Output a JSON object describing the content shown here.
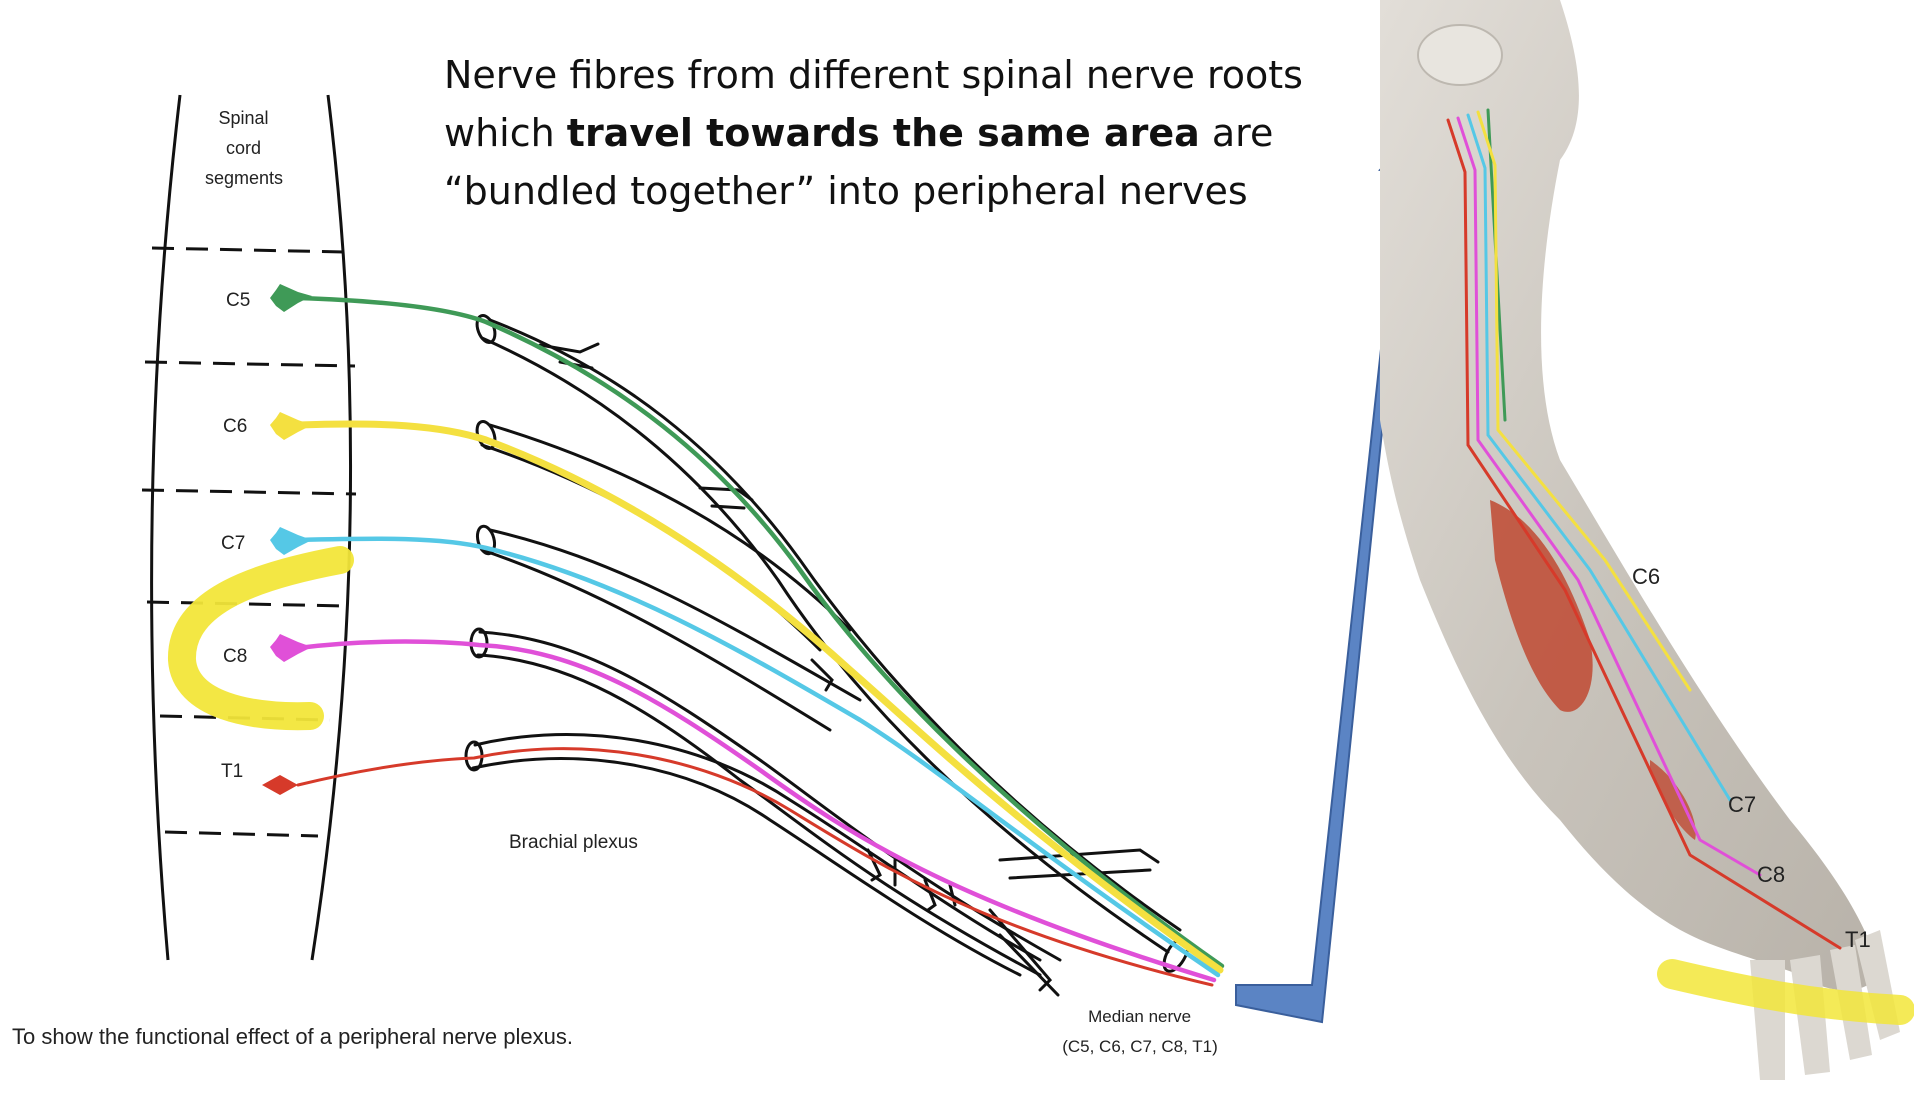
{
  "heading": {
    "line1": "Nerve fibres from different spinal nerve roots",
    "line2_pre": "which ",
    "line2_bold": "travel towards the same area",
    "line2_post": " are",
    "line3": "“bundled together” into peripheral nerves"
  },
  "spinal_cord_label": [
    "Spinal",
    "cord",
    "segments"
  ],
  "segments": [
    {
      "label": "C5",
      "color": "#3f9a57"
    },
    {
      "label": "C6",
      "color": "#f4e040"
    },
    {
      "label": "C7",
      "color": "#55c8e6"
    },
    {
      "label": "C8",
      "color": "#e050d8"
    },
    {
      "label": "T1",
      "color": "#d63a2a"
    }
  ],
  "brachial_label": "Brachial plexus",
  "median_label": [
    "Median nerve",
    "(C5, C6, C7, C8, T1)"
  ],
  "caption": "To show the functional effect of a peripheral nerve plexus.",
  "arm_labels": [
    "C6",
    "C7",
    "C8",
    "T1"
  ],
  "colors": {
    "highlight": "#f2e63a",
    "arrow": "#5b84c4",
    "muscle": "#c0503a",
    "skin": "#cfcbc4"
  }
}
